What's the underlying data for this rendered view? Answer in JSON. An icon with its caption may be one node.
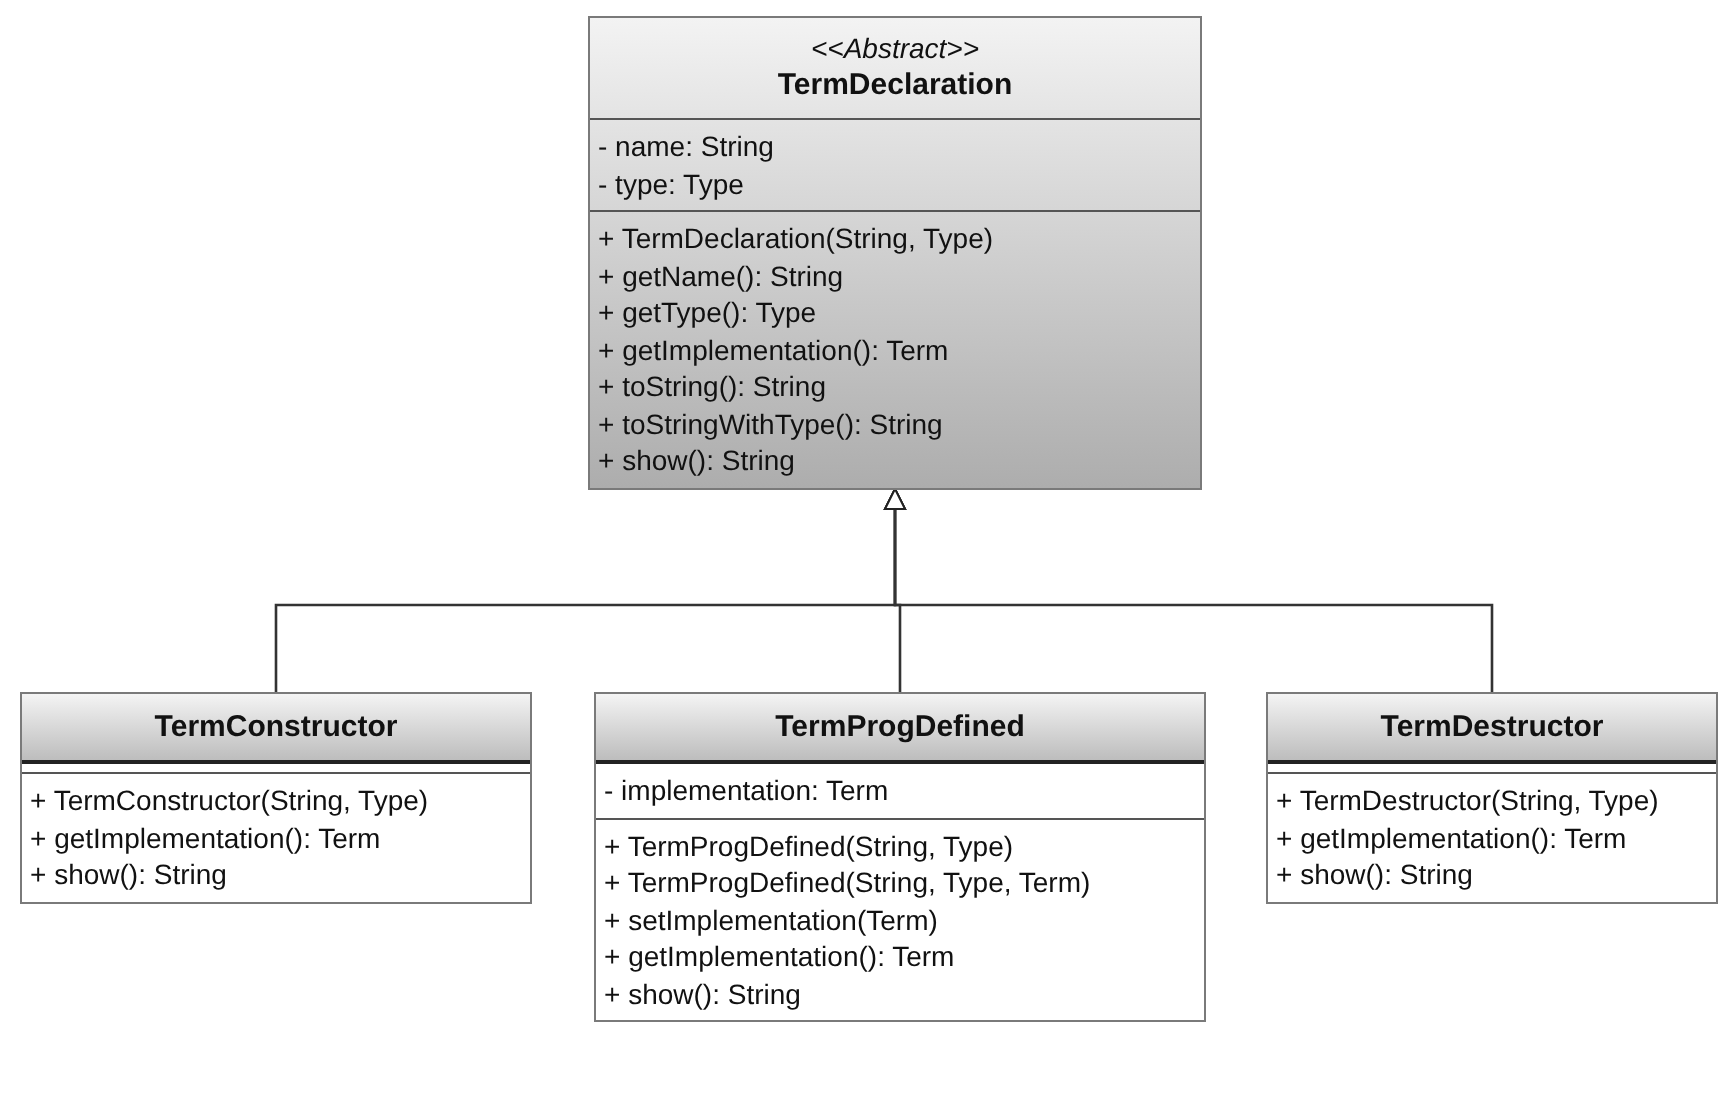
{
  "diagram": {
    "nodes": [
      {
        "text": [
          "<<Abstract>>",
          "TermDeclaration"
        ]
      },
      {
        "text": [
          "- name: String",
          "- type: Type"
        ],
        "in": 0
      },
      {
        "text": [
          "+ TermDeclaration(String, Type)",
          "+ getName(): String",
          "+ getType(): Type",
          "+ getImplementation(): Term",
          "+ toString(): String",
          "+ toStringWithType(): String",
          "+ show(): String"
        ],
        "in": 0
      },
      {
        "text": [
          "TermConstructor"
        ]
      },
      {
        "text": [],
        "shape": "box",
        "in": 3
      },
      {
        "text": [
          "+ TermConstructor(String, Type)",
          "+ getImplementation(): Term",
          "+ show(): String"
        ],
        "in": 3
      },
      {
        "text": [
          "TermProgDefined"
        ]
      },
      {
        "text": [
          "- implementation: Term"
        ],
        "in": 6
      },
      {
        "text": [
          "+ TermProgDefined(String, Type)",
          "+ TermProgDefined(String, Type, Term)",
          "+ setImplementation(Term)",
          "+ getImplementation(): Term",
          "+ show(): String"
        ],
        "in": 6
      },
      {
        "text": [
          "TermDestructor"
        ]
      },
      {
        "text": [],
        "shape": "box",
        "in": 9
      },
      {
        "text": [
          "+ TermDestructor(String, Type)",
          "+ getImplementation(): Term",
          "+ show(): String"
        ],
        "in": 9
      }
    ],
    "edges": [
      {
        "from": 3,
        "to": 0,
        "arrow": "to"
      },
      {
        "from": 6,
        "to": 0,
        "arrow": "to"
      },
      {
        "from": 9,
        "to": 0,
        "arrow": "to"
      }
    ]
  }
}
